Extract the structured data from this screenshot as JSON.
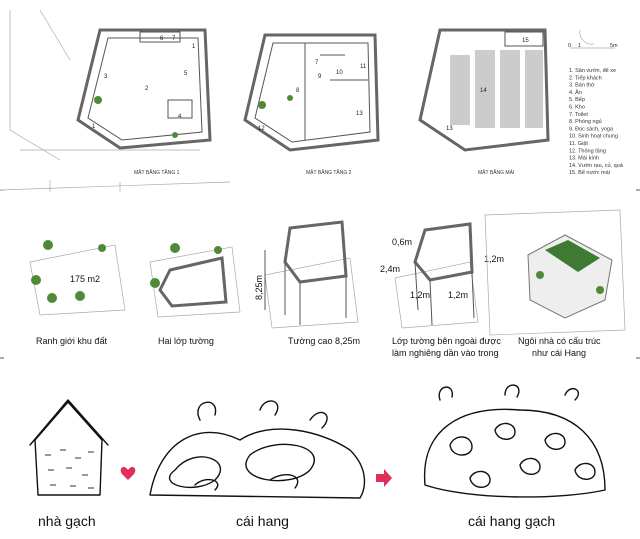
{
  "plans": {
    "floor1": {
      "title": "MẶT BẰNG TẦNG 1",
      "rooms": [
        "1",
        "2",
        "3",
        "4",
        "5",
        "6",
        "7",
        "1"
      ]
    },
    "floor2": {
      "title": "MẶT BẰNG TẦNG 2",
      "rooms": [
        "7",
        "8",
        "9",
        "10",
        "11",
        "12",
        "13"
      ]
    },
    "roof": {
      "title": "MẶT BẰNG MÁI",
      "rooms": [
        "13",
        "14",
        "15"
      ]
    }
  },
  "scale": {
    "start": "0",
    "mid": "1",
    "end": "5m"
  },
  "legend": [
    "1. Sân vườn, để xe",
    "2. Tiếp khách",
    "3. Bàn thờ",
    "4. Ăn",
    "5. Bếp",
    "6. Kho",
    "7. Toilet",
    "8. Phòng ngủ",
    "9. Đọc sách, yoga",
    "10. Sinh hoạt chung",
    "11. Giặt",
    "12. Thông tầng",
    "13. Mái kính",
    "14. Vườn rau, củ, quả",
    "15. Bể nước mái"
  ],
  "steps": [
    {
      "caption": "Ranh giới khu đất",
      "area": "175 m2"
    },
    {
      "caption": "Hai lớp tường"
    },
    {
      "caption": "Tường cao 8,25m",
      "height": "8,25m"
    },
    {
      "caption_line1": "Lớp tường bên ngoài được",
      "caption_line2": "làm nghiêng dần vào trong",
      "dims": [
        "0,6m",
        "1,2m",
        "2,4m",
        "1,2m",
        "1,2m"
      ]
    },
    {
      "caption_line1": "Ngôi nhà có cấu trúc",
      "caption_line2": "như cái Hang"
    }
  ],
  "sketches": [
    {
      "label": "nhà gạch"
    },
    {
      "label": "cái hang"
    },
    {
      "label": "cái hang gạch"
    }
  ],
  "colors": {
    "heart": "#e0305a",
    "arrow": "#e0305a",
    "tree": "#4f8a3a"
  }
}
